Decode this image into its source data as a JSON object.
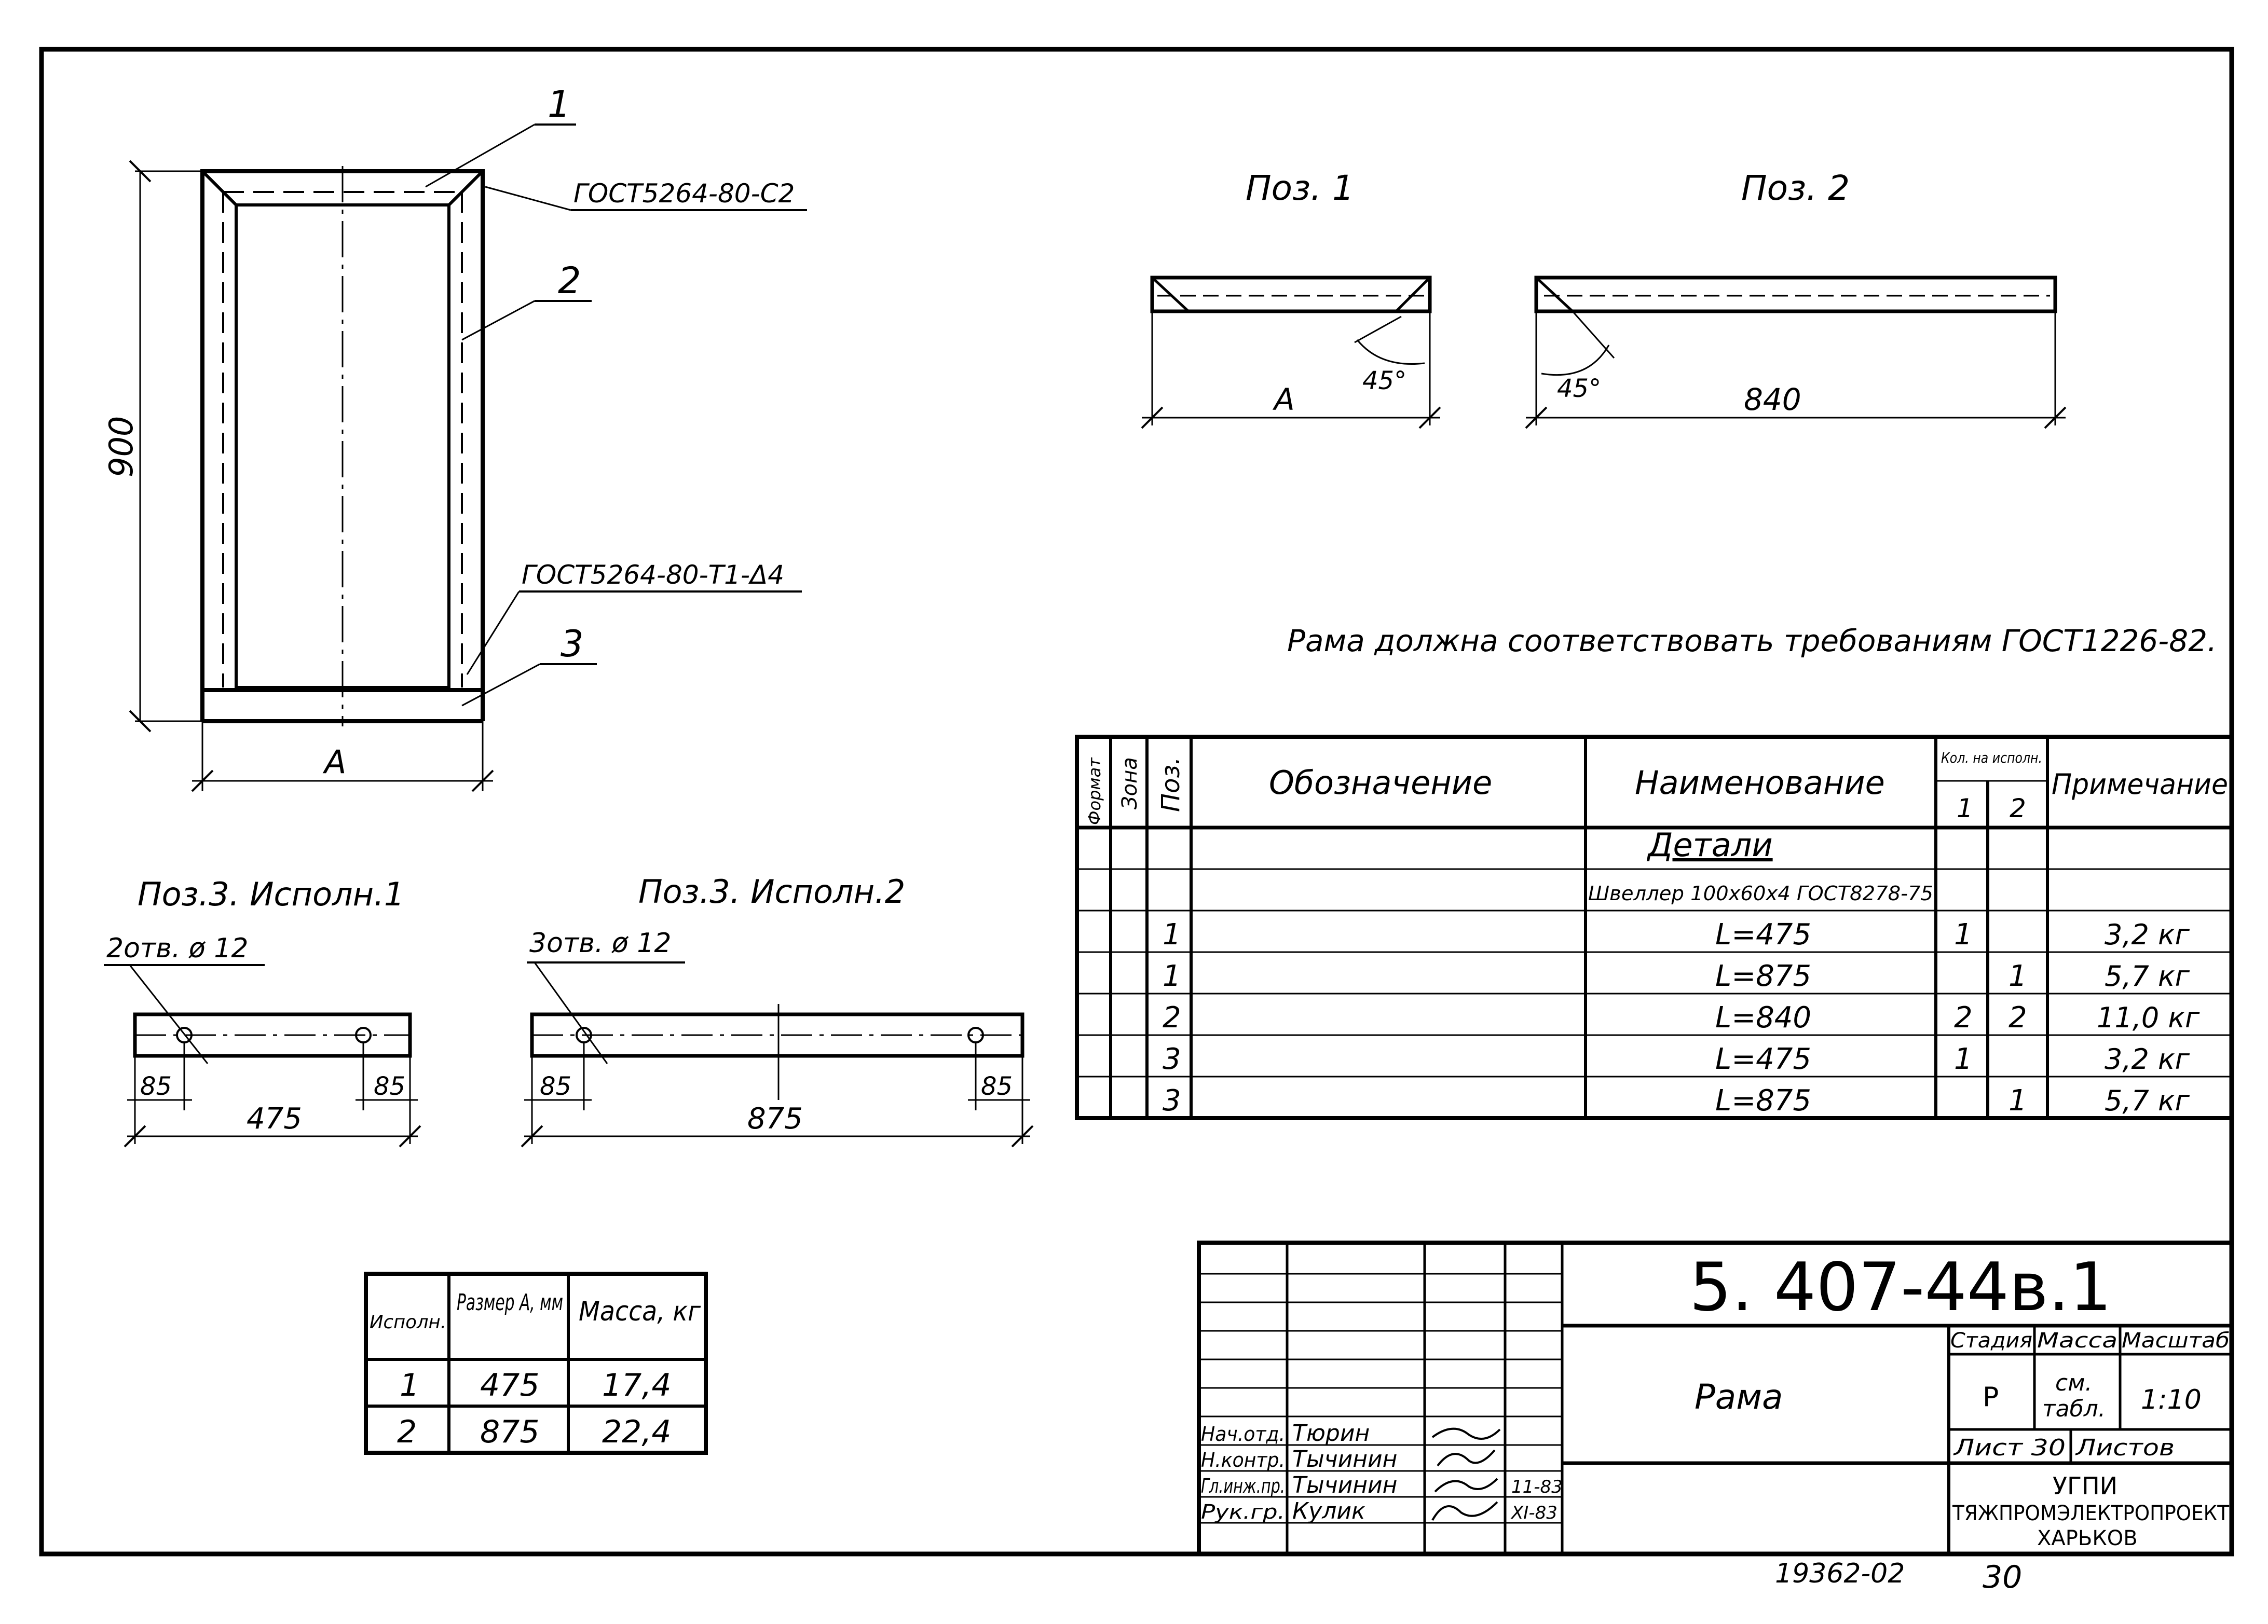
{
  "drawing_number": "5. 407-44в.1",
  "title": "Рама",
  "organization": {
    "line1": "УГПИ",
    "line2": "ТЯЖПРОМЭЛЕКТРОПРОЕКТ",
    "line3": "ХАРЬКОВ"
  },
  "stage_header": {
    "stage": "Стадия",
    "mass": "Масса",
    "scale": "Масштаб"
  },
  "stage_values": {
    "stage": "Р",
    "mass_line1": "см.",
    "mass_line2": "табл.",
    "scale": "1:10"
  },
  "sheet_info": {
    "sheet": "Лист 30",
    "sheets": "Листов"
  },
  "signatures": [
    {
      "role": "Нач.отд.",
      "name": "Тюрин",
      "date": ""
    },
    {
      "role": "Н.контр.",
      "name": "Тычинин",
      "date": ""
    },
    {
      "role": "Гл.инж.пр.",
      "name": "Тычинин",
      "date": "11-83"
    },
    {
      "role": "Рук.гр.",
      "name": "Кулик",
      "date": "XI-83"
    }
  ],
  "footer": {
    "archive_number": "19362-02",
    "page": "30"
  },
  "note": "Рама должна соответствовать требованиям ГОСТ1226-82.",
  "frame_view": {
    "callouts": [
      "1",
      "2",
      "3"
    ],
    "weld_top": "ГОСТ5264-80-С2",
    "weld_bottom": "ГОСТ5264-80-Т1-Δ4",
    "height_dim": "900",
    "width_dim": "А"
  },
  "detail_pos1": {
    "title": "Поз. 1",
    "angle": "45°",
    "dim": "А"
  },
  "detail_pos2": {
    "title": "Поз. 2",
    "angle": "45°",
    "dim": "840"
  },
  "detail_pos3_v1": {
    "title": "Поз.3. Исполн.1",
    "holes": "2отв. ø 12",
    "edge_left": "85",
    "edge_right": "85",
    "length": "475"
  },
  "detail_pos3_v2": {
    "title": "Поз.3. Исполн.2",
    "holes": "3отв. ø 12",
    "edge_left": "85",
    "edge_right": "85",
    "length": "875"
  },
  "spec_table": {
    "headers": {
      "format": "Формат",
      "zone": "Зона",
      "pos": "Поз.",
      "designation": "Обозначение",
      "name": "Наименование",
      "qty": "Кол. на исполн.",
      "qty1": "1",
      "qty2": "2",
      "note": "Примечание"
    },
    "section_title": "Детали",
    "material": "Швеллер 100х60х4 ГОСТ8278-75",
    "rows": [
      {
        "pos": "1",
        "name": "L=475",
        "q1": "1",
        "q2": "",
        "note": "3,2 кг"
      },
      {
        "pos": "1",
        "name": "L=875",
        "q1": "",
        "q2": "1",
        "note": "5,7 кг"
      },
      {
        "pos": "2",
        "name": "L=840",
        "q1": "2",
        "q2": "2",
        "note": "11,0 кг"
      },
      {
        "pos": "3",
        "name": "L=475",
        "q1": "1",
        "q2": "",
        "note": "3,2 кг"
      },
      {
        "pos": "3",
        "name": "L=875",
        "q1": "",
        "q2": "1",
        "note": "5,7 кг"
      }
    ]
  },
  "mass_table": {
    "headers": {
      "variant": "Исполн.",
      "size": "Размер А, мм",
      "mass": "Масса, кг"
    },
    "rows": [
      {
        "variant": "1",
        "size": "475",
        "mass": "17,4"
      },
      {
        "variant": "2",
        "size": "875",
        "mass": "22,4"
      }
    ]
  }
}
